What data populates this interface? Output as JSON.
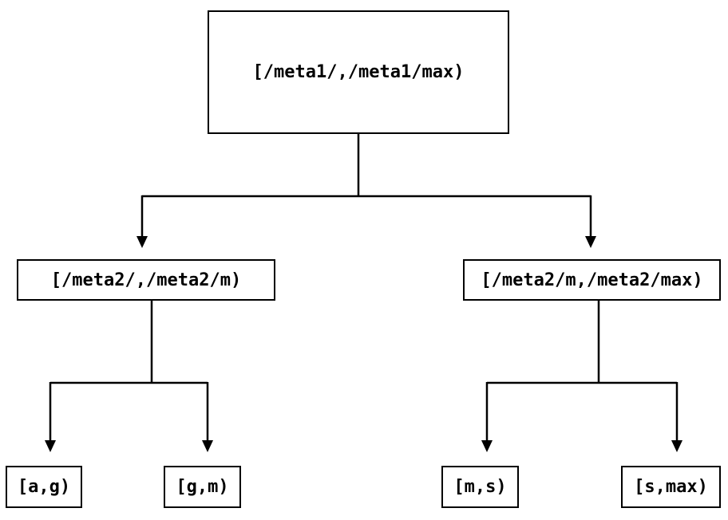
{
  "diagram": {
    "type": "binary-tree",
    "colors": {
      "background": "#ffffff",
      "line": "#000000",
      "box_border": "#000000",
      "text": "#000000"
    },
    "nodes": {
      "root": {
        "label": "[/meta1/,/meta1/max)"
      },
      "left": {
        "label": "[/meta2/,/meta2/m)"
      },
      "right": {
        "label": "[/meta2/m,/meta2/max)"
      },
      "leaf_ag": {
        "label": "[a,g)"
      },
      "leaf_gm": {
        "label": "[g,m)"
      },
      "leaf_ms": {
        "label": "[m,s)"
      },
      "leaf_smax": {
        "label": "[s,max)"
      }
    },
    "edges": [
      {
        "from": "root",
        "to": "left"
      },
      {
        "from": "root",
        "to": "right"
      },
      {
        "from": "left",
        "to": "leaf_ag"
      },
      {
        "from": "left",
        "to": "leaf_gm"
      },
      {
        "from": "right",
        "to": "leaf_ms"
      },
      {
        "from": "right",
        "to": "leaf_smax"
      }
    ]
  }
}
